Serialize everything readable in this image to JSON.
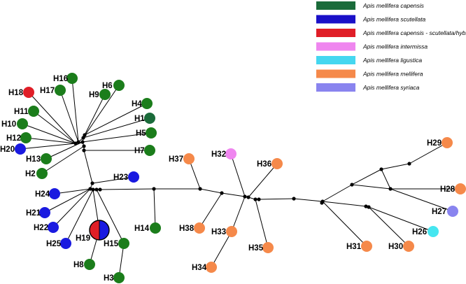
{
  "legend": {
    "items": [
      {
        "id": "capensis",
        "label": "Apis mellifera capensis",
        "color": "#1a6b3a"
      },
      {
        "id": "scutellata",
        "label": "Apis mellifera scutellata",
        "color": "#1a10c8"
      },
      {
        "id": "hybrid",
        "label": "Apis mellifera capensis - scutellata/hybrid",
        "color": "#e01e27"
      },
      {
        "id": "intermissa",
        "label": "Apis mellifera intermissa",
        "color": "#ef86ef"
      },
      {
        "id": "ligustica",
        "label": "Apis mellifera ligustica",
        "color": "#45d7f0"
      },
      {
        "id": "mellifera",
        "label": "Apis mellifera mellifera",
        "color": "#f5894a"
      },
      {
        "id": "syriaca",
        "label": "Apis mellifera syriaca",
        "color": "#8984ef"
      }
    ]
  },
  "colors": {
    "green": "#1b7d1b",
    "darkgreen": "#1a6b3a",
    "blue": "#1a1ae0",
    "red": "#e01e27",
    "orange": "#f5894a",
    "pink": "#ef86ef",
    "cyan": "#45e6f0",
    "purple": "#8984ef"
  },
  "haplotypes": [
    {
      "label": "H1",
      "color": "darkgreen"
    },
    {
      "label": "H2",
      "color": "green"
    },
    {
      "label": "H3",
      "color": "green"
    },
    {
      "label": "H4",
      "color": "green"
    },
    {
      "label": "H5",
      "color": "green"
    },
    {
      "label": "H6",
      "color": "green"
    },
    {
      "label": "H7",
      "color": "green"
    },
    {
      "label": "H8",
      "color": "green"
    },
    {
      "label": "H9",
      "color": "green"
    },
    {
      "label": "H10",
      "color": "green"
    },
    {
      "label": "H11",
      "color": "green"
    },
    {
      "label": "H12",
      "color": "green"
    },
    {
      "label": "H13",
      "color": "green"
    },
    {
      "label": "H14",
      "color": "green"
    },
    {
      "label": "H15",
      "color": "green"
    },
    {
      "label": "H16",
      "color": "green"
    },
    {
      "label": "H17",
      "color": "green"
    },
    {
      "label": "H18",
      "color": "red"
    },
    {
      "label": "H19",
      "color": "red",
      "color2": "blue"
    },
    {
      "label": "H20",
      "color": "blue"
    },
    {
      "label": "H21",
      "color": "blue"
    },
    {
      "label": "H22",
      "color": "blue"
    },
    {
      "label": "H23",
      "color": "blue"
    },
    {
      "label": "H24",
      "color": "blue"
    },
    {
      "label": "H25",
      "color": "blue"
    },
    {
      "label": "H26",
      "color": "cyan"
    },
    {
      "label": "H27",
      "color": "purple"
    },
    {
      "label": "H28",
      "color": "orange"
    },
    {
      "label": "H29",
      "color": "orange"
    },
    {
      "label": "H30",
      "color": "orange"
    },
    {
      "label": "H31",
      "color": "orange"
    },
    {
      "label": "H32",
      "color": "pink"
    },
    {
      "label": "H33",
      "color": "orange"
    },
    {
      "label": "H34",
      "color": "orange"
    },
    {
      "label": "H35",
      "color": "orange"
    },
    {
      "label": "H36",
      "color": "orange"
    },
    {
      "label": "H37",
      "color": "orange"
    },
    {
      "label": "H38",
      "color": "orange"
    }
  ]
}
